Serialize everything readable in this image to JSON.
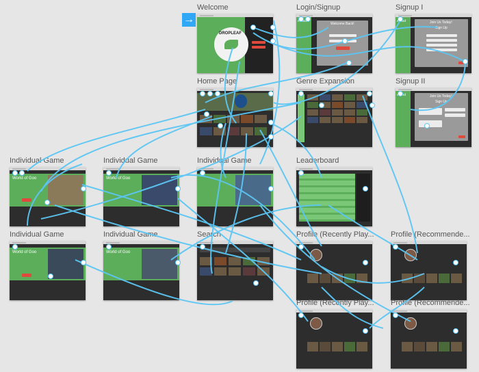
{
  "start_icon": "arrow-right-icon",
  "artboards": {
    "welcome": {
      "title": "Welcome",
      "logo_text": "DROPLEAF"
    },
    "login": {
      "title": "Login/Signup",
      "heading": "Welcome Back!",
      "about": "About"
    },
    "signup1": {
      "title": "Signup I",
      "heading": "Join Us Today!",
      "sub": "Sign Up",
      "about": "About"
    },
    "home": {
      "title": "Home Page"
    },
    "genre": {
      "title": "Genre Expansion"
    },
    "signup2": {
      "title": "Signup II",
      "heading": "Join Us Today!",
      "sub": "Sign Up",
      "about": "About"
    },
    "game1": {
      "title": "Individual Game",
      "game_title": "World of Goo"
    },
    "game2": {
      "title": "Individual Game",
      "game_title": "World of Goo"
    },
    "game3": {
      "title": "Individual Game"
    },
    "leaderboard": {
      "title": "Leaderboard"
    },
    "game4": {
      "title": "Individual Game",
      "game_title": "World of Goo"
    },
    "game5": {
      "title": "Individual Game",
      "game_title": "World of Goo"
    },
    "search": {
      "title": "Search"
    },
    "profile_recent1": {
      "title": "Profile (Recently Play..."
    },
    "profile_rec1": {
      "title": "Profile (Recommende..."
    },
    "profile_recent2": {
      "title": "Profile (Recently Play..."
    },
    "profile_rec2": {
      "title": "Profile (Recommende..."
    }
  },
  "colors": {
    "link": "#5bc6f4",
    "accent": "#31a8f5",
    "brand_green": "#5cae5a",
    "canvas": "#e6e6e6"
  }
}
